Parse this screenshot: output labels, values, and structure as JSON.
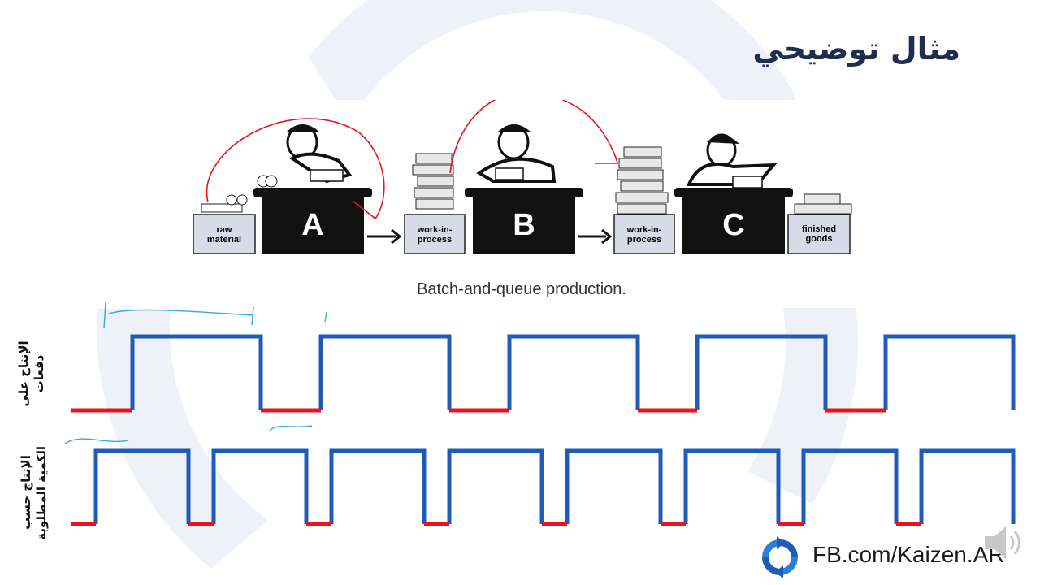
{
  "slide": {
    "title": "مثال توضيحي"
  },
  "figure": {
    "caption": "Batch-and-queue production.",
    "stations": [
      {
        "letter": "A"
      },
      {
        "letter": "B"
      },
      {
        "letter": "C"
      }
    ],
    "boxes": {
      "raw_material_line1": "raw",
      "raw_material_line2": "material",
      "wip1_line1": "work-in-",
      "wip1_line2": "process",
      "wip2_line1": "work-in-",
      "wip2_line2": "process",
      "finished_line1": "finished",
      "finished_line2": "goods"
    }
  },
  "rows": {
    "batch_label_line1": "الإنتاج على",
    "batch_label_line2": "دفعات",
    "demand_label_line1": "الإنتاج حسب",
    "demand_label_line2": "الكمية المطلوبة"
  },
  "colors": {
    "production": "#1f5cb8",
    "idle": "#e8141b",
    "title": "#1f2d4f",
    "watermark": "#eef1f7",
    "annotation": "#3aa6e0"
  },
  "footer": {
    "link": "FB.com/Kaizen.AR"
  },
  "icons": {
    "logo": "kaizen-cycle-icon",
    "audio": "speaker-icon"
  }
}
